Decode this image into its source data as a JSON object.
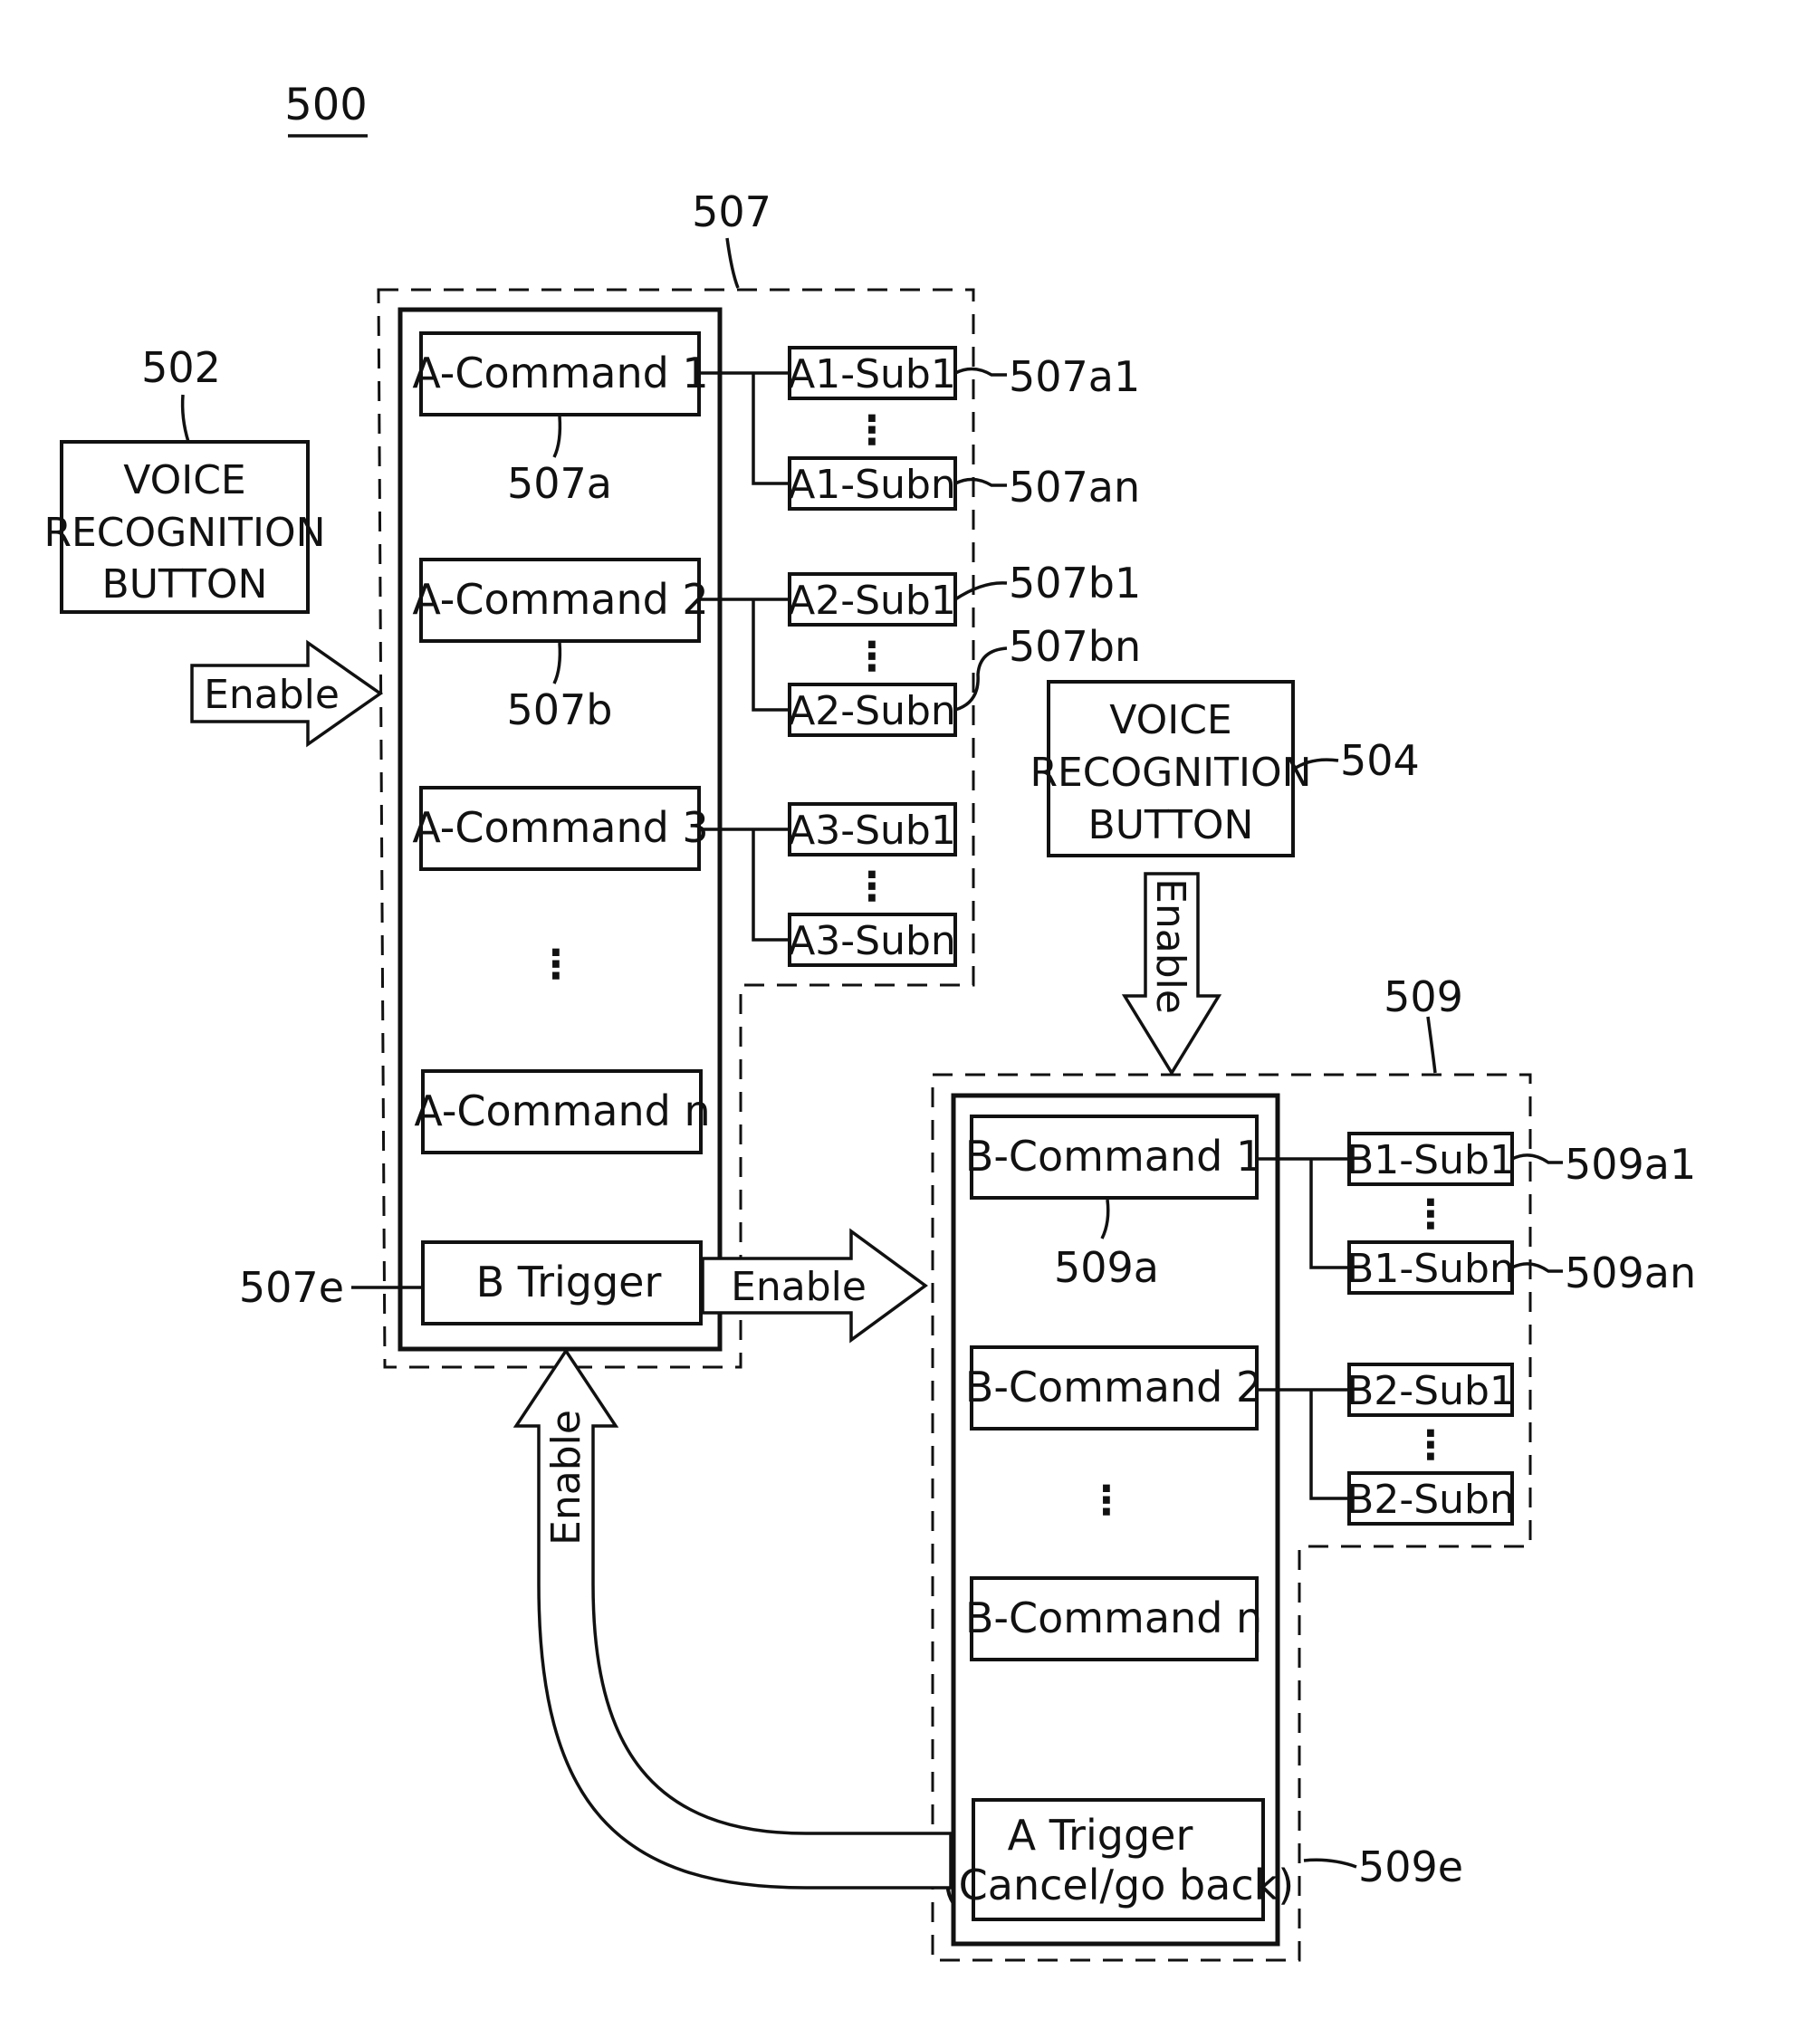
{
  "figure_label": "500",
  "group_a": {
    "ref": "507",
    "commands": [
      {
        "label": "A-Command 1",
        "ref": "507a"
      },
      {
        "label": "A-Command 2",
        "ref": "507b"
      },
      {
        "label": "A-Command 3"
      },
      {
        "label": "A-Command n"
      }
    ],
    "subs": [
      {
        "label": "A1-Sub1",
        "ref": "507a1"
      },
      {
        "label": "A1-Subn",
        "ref": "507an"
      },
      {
        "label": "A2-Sub1",
        "ref": "507b1"
      },
      {
        "label": "A2-Subn",
        "ref": "507bn"
      },
      {
        "label": "A3-Sub1"
      },
      {
        "label": "A3-Subn"
      }
    ],
    "trigger": {
      "label": "B Trigger",
      "ref": "507e"
    }
  },
  "group_b": {
    "ref": "509",
    "commands": [
      {
        "label": "B-Command 1",
        "ref": "509a"
      },
      {
        "label": "B-Command 2"
      },
      {
        "label": "B-Command n"
      }
    ],
    "subs": [
      {
        "label": "B1-Sub1",
        "ref": "509a1"
      },
      {
        "label": "B1-Subn",
        "ref": "509an"
      },
      {
        "label": "B2-Sub1"
      },
      {
        "label": "B2-Subn"
      }
    ],
    "trigger": {
      "line1": "A Trigger",
      "line2": "(Cancel/go back)",
      "ref": "509e"
    }
  },
  "button_1": {
    "ref": "502",
    "lines": [
      "VOICE",
      "RECOGNITION",
      "BUTTON"
    ]
  },
  "button_2": {
    "ref": "504",
    "lines": [
      "VOICE",
      "RECOGNITION",
      "BUTTON"
    ]
  },
  "arrow_label": "Enable",
  "ellipsis": "⋮"
}
